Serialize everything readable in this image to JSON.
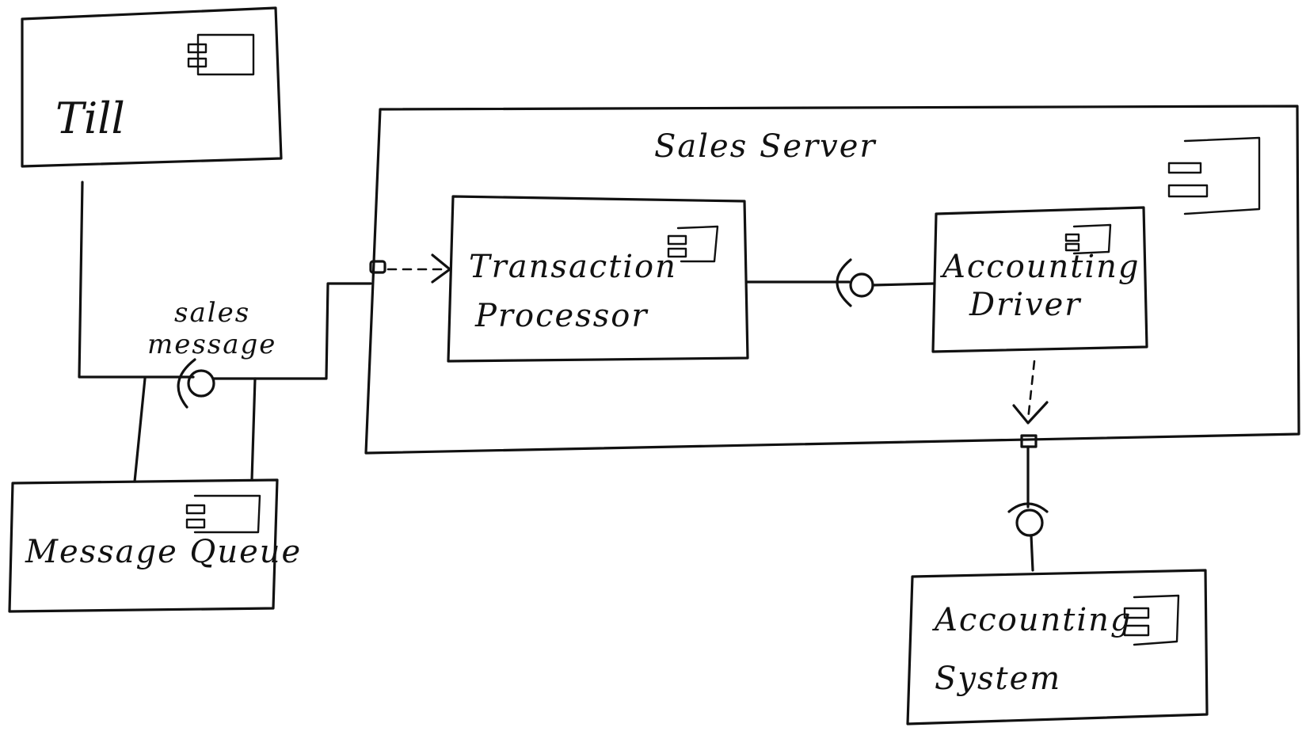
{
  "components": {
    "till": {
      "label": "Till",
      "icon": "component-icon"
    },
    "message_queue": {
      "label": "Message Queue",
      "icon": "component-icon"
    },
    "sales_server": {
      "label": "Sales Server",
      "icon": "component-icon"
    },
    "transaction_processor": {
      "line1": "Transaction",
      "line2": "Processor",
      "icon": "component-icon"
    },
    "accounting_driver": {
      "line1": "Accounting",
      "line2": "Driver",
      "icon": "component-icon"
    },
    "accounting_system": {
      "line1": "Accounting",
      "line2": "System",
      "icon": "component-icon"
    }
  },
  "interfaces": {
    "sales_message": {
      "line1": "sales",
      "line2": "message"
    }
  },
  "colors": {
    "ink": "#111111",
    "paper": "#ffffff"
  }
}
